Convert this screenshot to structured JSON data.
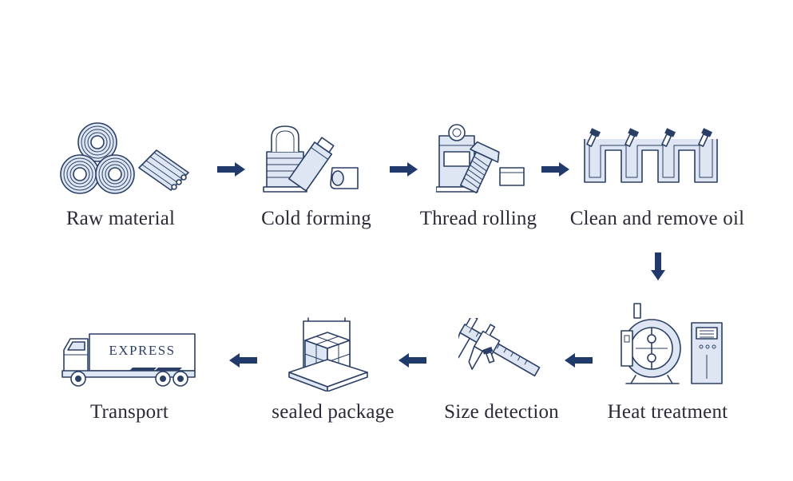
{
  "steps": [
    {
      "label": "Raw material",
      "icon": "wire-coils-and-rods-icon"
    },
    {
      "label": "Cold forming",
      "icon": "cold-forming-press-icon"
    },
    {
      "label": "Thread rolling",
      "icon": "thread-rolling-machine-icon"
    },
    {
      "label": "Clean and remove oil",
      "icon": "cleaning-tank-icon"
    },
    {
      "label": "Heat treatment",
      "icon": "heat-treatment-furnace-icon"
    },
    {
      "label": "Size detection",
      "icon": "caliper-icon"
    },
    {
      "label": "sealed package",
      "icon": "package-pallet-icon"
    },
    {
      "label": "Transport",
      "icon": "express-truck-icon"
    }
  ],
  "truck_text": "EXPRESS",
  "colors": {
    "line": "#2b3f66",
    "arrow": "#1f3a6b",
    "text": "#2a2a38"
  }
}
